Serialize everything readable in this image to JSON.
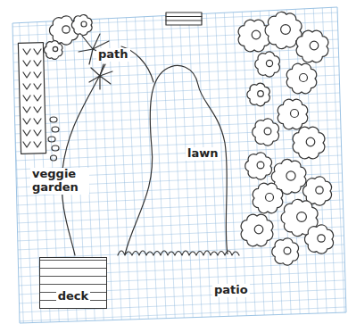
{
  "diagram": {
    "nodes": [
      {
        "text": [
          "lawn"
        ]
      },
      {
        "text": [
          "deck"
        ]
      }
    ],
    "labels": [
      "path",
      "veggie garden",
      "patio"
    ]
  }
}
